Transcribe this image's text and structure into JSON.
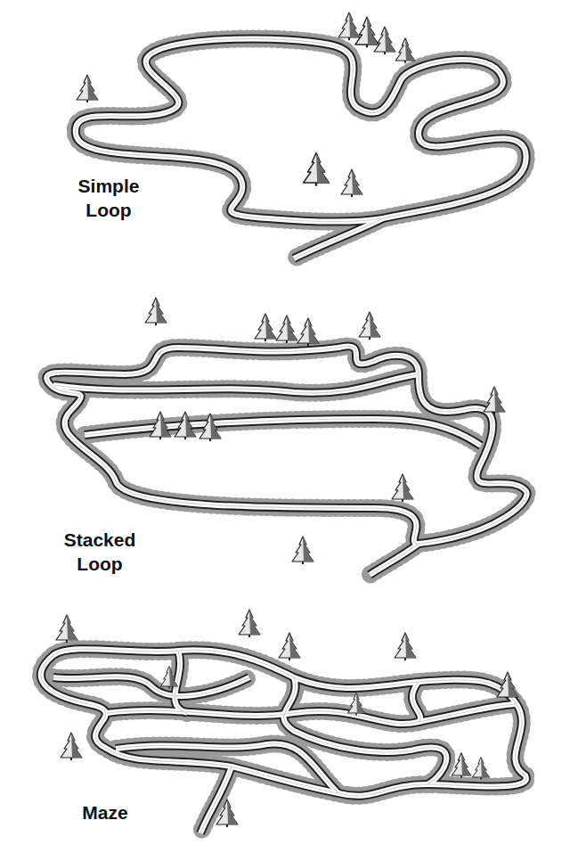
{
  "diagram": {
    "labels": [
      "Simple Loop",
      "Stacked Loop",
      "Maze"
    ]
  }
}
